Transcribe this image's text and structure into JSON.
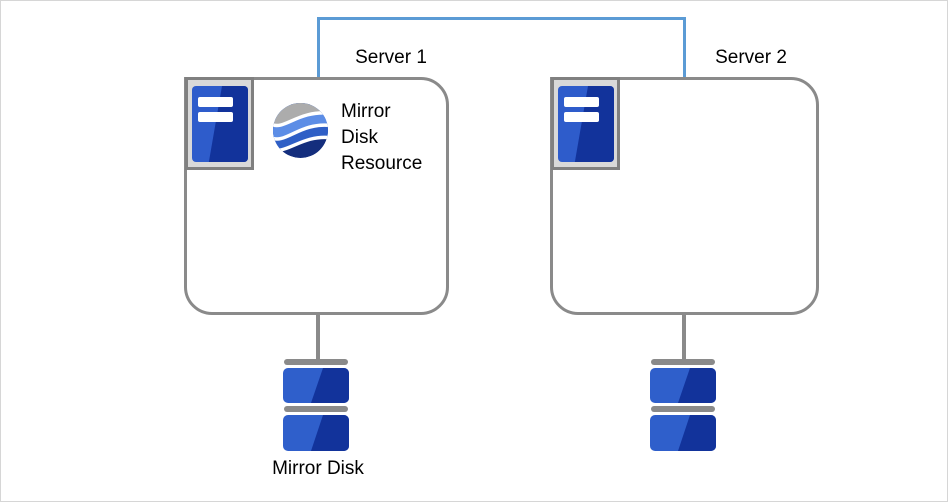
{
  "diagram": {
    "servers": [
      {
        "label": "Server 1"
      },
      {
        "label": "Server 2"
      }
    ],
    "resource": {
      "label": "Mirror\nDisk\nResource"
    },
    "disk": {
      "label": "Mirror Disk"
    },
    "colors": {
      "interconnect_blue": "#5B9BD5",
      "box_border_gray": "#8A8A8A",
      "icon_frame_bg": "#D9D9D9",
      "icon_frame_border": "#808080",
      "server_tower_blue": "#2E5CCB",
      "server_tower_blue_dark": "#12339B",
      "disk_blue": "#2F5FCB",
      "disk_blue_dark": "#12339B",
      "disk_bar_gray": "#8A8A8A",
      "swirl_gray": "#ACACAC",
      "swirl_light_blue": "#5C8DE6",
      "swirl_mid_blue": "#2F5FC6",
      "swirl_navy": "#142E7D"
    }
  }
}
